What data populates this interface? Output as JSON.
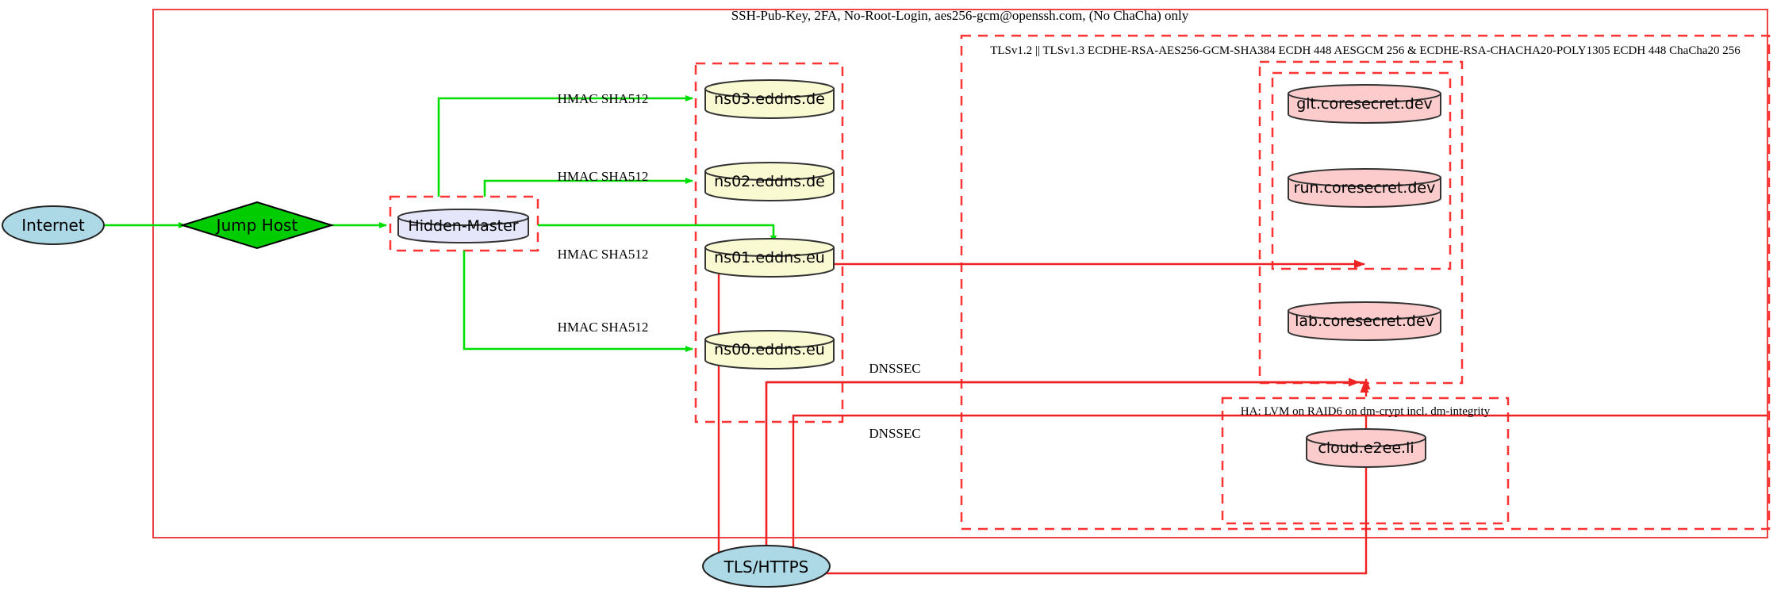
{
  "diagram": {
    "title_note": "SSH-Pub-Key, 2FA, No-Root-Login, aes256-gcm@openssh.com, (No ChaCha) only",
    "tls_note": "TLSv1.2 || TLSv1.3 ECDHE-RSA-AES256-GCM-SHA384 ECDH 448 AESGCM 256 & ECDHE-RSA-CHACHA20-POLY1305 ECDH 448 ChaCha20 256",
    "ha_note": "HA: LVM on RAID6 on dm-crypt incl. dm-integrity"
  },
  "nodes": {
    "internet": {
      "label": "Internet",
      "shape": "ellipse",
      "fill": "#add8e6"
    },
    "jump_host": {
      "label": "Jump Host",
      "shape": "diamond",
      "fill": "#00cc00"
    },
    "hidden_master": {
      "label": "Hidden-Master",
      "shape": "cylinder",
      "fill": "#e6e6fa"
    },
    "ns03": {
      "label": "ns03.eddns.de",
      "shape": "cylinder",
      "fill": "#fafad2"
    },
    "ns02": {
      "label": "ns02.eddns.de",
      "shape": "cylinder",
      "fill": "#fafad2"
    },
    "ns01": {
      "label": "ns01.eddns.eu",
      "shape": "cylinder",
      "fill": "#fafad2"
    },
    "ns00": {
      "label": "ns00.eddns.eu",
      "shape": "cylinder",
      "fill": "#fafad2"
    },
    "git": {
      "label": "git.coresecret.dev",
      "shape": "cylinder",
      "fill": "#fccccc"
    },
    "run": {
      "label": "run.coresecret.dev",
      "shape": "cylinder",
      "fill": "#fccccc"
    },
    "lab": {
      "label": "lab.coresecret.dev",
      "shape": "cylinder",
      "fill": "#fccccc"
    },
    "cloud": {
      "label": "cloud.e2ee.li",
      "shape": "cylinder",
      "fill": "#fccccc"
    },
    "tls_https": {
      "label": "TLS/HTTPS",
      "shape": "ellipse",
      "fill": "#add8e6"
    }
  },
  "edge_labels": {
    "hmac_ns03": "HMAC SHA512",
    "hmac_ns02": "HMAC SHA512",
    "hmac_ns01": "HMAC SHA512",
    "hmac_ns00": "HMAC SHA512",
    "dnssec_1": "DNSSEC",
    "dnssec_2": "DNSSEC"
  },
  "colors": {
    "boundary_red": "#ff3333",
    "edge_green": "#00dd00",
    "edge_red": "#ee2222",
    "node_stroke": "#333333",
    "internet_fill": "#add8e6",
    "jump_fill": "#00cc00",
    "master_fill": "#e6e6fa",
    "dns_fill": "#fafad2",
    "service_fill": "#fccccc"
  }
}
